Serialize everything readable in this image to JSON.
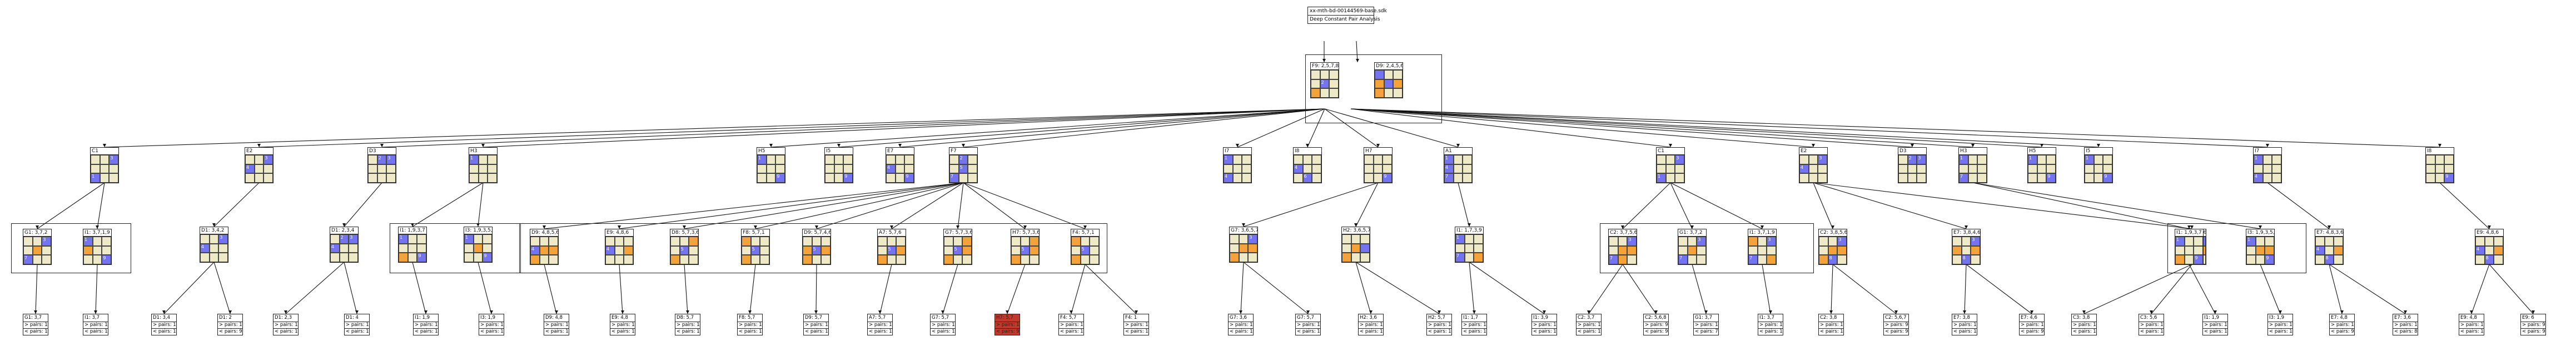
{
  "root": {
    "filename": "xx-mth-bd-00144569-base.sdk",
    "title": "Deep Constant Pair Analysis"
  },
  "colors": {
    "beige": "#eeeac8",
    "blue": "#7474f0",
    "orange": "#f4a23a",
    "red": "#c0392b"
  },
  "top_nodes": [
    {
      "label": "F9: 2,5,7,8",
      "cells": [
        "b",
        "b",
        "b",
        "b",
        "u",
        "b",
        "o",
        "b",
        "b"
      ],
      "digits": [
        "",
        "",
        "",
        "",
        "2",
        "",
        "",
        "",
        ""
      ]
    },
    {
      "label": "D9: 2,4,5,6,7,8",
      "cells": [
        "u",
        "b",
        "b",
        "o",
        "u",
        "o",
        "o",
        "b",
        "b"
      ],
      "digits": [
        "",
        "",
        "",
        "",
        "",
        "",
        "",
        "",
        ""
      ]
    }
  ],
  "level2": [
    {
      "label": "C1",
      "cells": [
        "b",
        "b",
        "u",
        "b",
        "b",
        "b",
        "u",
        "b",
        "b"
      ],
      "digits": [
        "",
        "",
        "3",
        "",
        "",
        "",
        "1",
        "",
        ""
      ]
    },
    {
      "label": "E2",
      "cells": [
        "b",
        "b",
        "u",
        "u",
        "b",
        "b",
        "b",
        "b",
        "b"
      ],
      "digits": [
        "",
        "",
        "3",
        "4",
        "",
        "",
        "",
        "",
        ""
      ]
    },
    {
      "label": "D3",
      "cells": [
        "b",
        "u",
        "u",
        "b",
        "b",
        "b",
        "b",
        "b",
        "b"
      ],
      "digits": [
        "",
        "2",
        "3",
        "",
        "",
        "",
        "",
        "",
        ""
      ]
    },
    {
      "label": "H3",
      "cells": [
        "u",
        "b",
        "b",
        "b",
        "b",
        "b",
        "b",
        "b",
        "b"
      ],
      "digits": [
        "1",
        "",
        "",
        "",
        "",
        "",
        "",
        "",
        ""
      ]
    },
    {
      "label": "H5",
      "cells": [
        "u",
        "b",
        "b",
        "b",
        "b",
        "b",
        "b",
        "b",
        "u"
      ],
      "digits": [
        "1",
        "",
        "",
        "",
        "",
        "",
        "",
        "",
        "9"
      ]
    },
    {
      "label": "I5",
      "cells": [
        "b",
        "b",
        "b",
        "b",
        "b",
        "b",
        "b",
        "b",
        "u"
      ],
      "digits": [
        "",
        "",
        "",
        "",
        "",
        "",
        "",
        "",
        "9"
      ]
    },
    {
      "label": "E7",
      "cells": [
        "b",
        "b",
        "b",
        "u",
        "b",
        "b",
        "b",
        "b",
        "u"
      ],
      "digits": [
        "",
        "",
        "",
        "4",
        "",
        "",
        "",
        "",
        "9"
      ]
    },
    {
      "label": "F7",
      "cells": [
        "b",
        "u",
        "b",
        "b",
        "u",
        "b",
        "u",
        "b",
        "b"
      ],
      "digits": [
        "",
        "2",
        "",
        "",
        "5",
        "",
        "7",
        "",
        ""
      ]
    },
    {
      "label": "I7",
      "cells": [
        "u",
        "b",
        "b",
        "b",
        "b",
        "b",
        "u",
        "b",
        "b"
      ],
      "digits": [
        "1",
        "",
        "",
        "",
        "",
        "",
        "4",
        "",
        ""
      ]
    },
    {
      "label": "I8",
      "cells": [
        "b",
        "b",
        "b",
        "u",
        "b",
        "b",
        "b",
        "u",
        "b"
      ],
      "digits": [
        "",
        "",
        "",
        "4",
        "",
        "",
        "",
        "6",
        ""
      ]
    },
    {
      "label": "H7",
      "cells": [
        "b",
        "b",
        "b",
        "b",
        "b",
        "b",
        "b",
        "b",
        "u"
      ],
      "digits": [
        "",
        "",
        "",
        "",
        "",
        "",
        "",
        "",
        "9"
      ]
    },
    {
      "label": "A1",
      "cells": [
        "u",
        "b",
        "b",
        "u",
        "b",
        "b",
        "u",
        "b",
        "b"
      ],
      "digits": [
        "1",
        "",
        "",
        "4",
        "",
        "",
        "7",
        "",
        ""
      ]
    },
    {
      "label": "C1",
      "cells": [
        "b",
        "b",
        "u",
        "b",
        "b",
        "b",
        "u",
        "b",
        "b"
      ],
      "digits": [
        "",
        "",
        "3",
        "",
        "",
        "",
        "1",
        "",
        ""
      ]
    },
    {
      "label": "E2",
      "cells": [
        "b",
        "b",
        "u",
        "u",
        "b",
        "b",
        "b",
        "b",
        "b"
      ],
      "digits": [
        "",
        "",
        "3",
        "4",
        "",
        "",
        "",
        "",
        ""
      ]
    },
    {
      "label": "D3",
      "cells": [
        "b",
        "u",
        "u",
        "b",
        "b",
        "b",
        "b",
        "b",
        "b"
      ],
      "digits": [
        "",
        "2",
        "3",
        "",
        "",
        "",
        "",
        "",
        ""
      ]
    },
    {
      "label": "H3",
      "cells": [
        "u",
        "b",
        "b",
        "b",
        "b",
        "b",
        "u",
        "b",
        "b"
      ],
      "digits": [
        "1",
        "",
        "",
        "",
        "",
        "",
        "7",
        "",
        ""
      ]
    },
    {
      "label": "H5",
      "cells": [
        "u",
        "b",
        "b",
        "b",
        "b",
        "b",
        "b",
        "b",
        "u"
      ],
      "digits": [
        "1",
        "",
        "",
        "",
        "",
        "",
        "",
        "",
        "9"
      ]
    },
    {
      "label": "I5",
      "cells": [
        "u",
        "b",
        "b",
        "b",
        "b",
        "b",
        "b",
        "b",
        "u"
      ],
      "digits": [
        "1",
        "",
        "",
        "",
        "",
        "",
        "",
        "",
        "9"
      ]
    },
    {
      "label": "I7",
      "cells": [
        "u",
        "b",
        "b",
        "b",
        "b",
        "b",
        "u",
        "b",
        "b"
      ],
      "digits": [
        "1",
        "",
        "",
        "",
        "",
        "",
        "4",
        "",
        ""
      ]
    },
    {
      "label": "I8",
      "cells": [
        "b",
        "b",
        "b",
        "b",
        "b",
        "b",
        "b",
        "b",
        "u"
      ],
      "digits": [
        "",
        "",
        "",
        "",
        "",
        "",
        "",
        "",
        "9"
      ]
    }
  ],
  "level3": [
    {
      "label": "G1: 3,7,2",
      "cells": [
        "b",
        "b",
        "u",
        "b",
        "o",
        "b",
        "u",
        "b",
        "b"
      ],
      "digits": [
        "",
        "",
        "3",
        "",
        "",
        "",
        "7",
        "",
        ""
      ]
    },
    {
      "label": "I1: 3,7,1,9",
      "cells": [
        "u",
        "b",
        "b",
        "o",
        "b",
        "b",
        "b",
        "b",
        "u"
      ],
      "digits": [
        "1",
        "",
        "",
        "",
        "",
        "",
        "",
        "",
        "9"
      ]
    },
    {
      "label": "D1: 3,4,2",
      "cells": [
        "b",
        "b",
        "u",
        "u",
        "b",
        "b",
        "b",
        "b",
        "b"
      ],
      "digits": [
        "",
        "",
        "3",
        "4",
        "",
        "",
        "",
        "",
        ""
      ]
    },
    {
      "label": "D1: 2,3,4",
      "cells": [
        "b",
        "u",
        "u",
        "u",
        "b",
        "b",
        "b",
        "b",
        "b"
      ],
      "digits": [
        "",
        "2",
        "3",
        "4",
        "",
        "",
        "",
        "",
        ""
      ]
    },
    {
      "label": "I1: 1,9,3,7",
      "cells": [
        "u",
        "b",
        "b",
        "b",
        "b",
        "b",
        "o",
        "b",
        "u"
      ],
      "digits": [
        "1",
        "",
        "",
        "",
        "",
        "",
        "",
        "",
        "9"
      ]
    },
    {
      "label": "I3: 1,9,3,5,6",
      "cells": [
        "u",
        "b",
        "b",
        "b",
        "o",
        "b",
        "b",
        "b",
        "u"
      ],
      "digits": [
        "1",
        "",
        "",
        "",
        "",
        "",
        "",
        "",
        "9"
      ]
    },
    {
      "label": "D9: 4,8,5,6,7",
      "cells": [
        "b",
        "b",
        "b",
        "u",
        "o",
        "o",
        "o",
        "b",
        "b"
      ],
      "digits": [
        "",
        "",
        "",
        "4",
        "",
        "",
        "",
        "",
        ""
      ]
    },
    {
      "label": "E9: 4,8,6",
      "cells": [
        "b",
        "b",
        "b",
        "u",
        "b",
        "o",
        "b",
        "b",
        "b"
      ],
      "digits": [
        "",
        "",
        "",
        "4",
        "",
        "",
        "",
        "",
        ""
      ]
    },
    {
      "label": "D8: 5,7,3,6",
      "cells": [
        "b",
        "b",
        "o",
        "b",
        "u",
        "b",
        "o",
        "b",
        "b"
      ],
      "digits": [
        "",
        "",
        "",
        "",
        "5",
        "",
        "",
        "",
        ""
      ]
    },
    {
      "label": "F8: 5,7,1",
      "cells": [
        "o",
        "b",
        "b",
        "b",
        "u",
        "b",
        "o",
        "b",
        "b"
      ],
      "digits": [
        "",
        "",
        "",
        "",
        "5",
        "",
        "",
        "",
        ""
      ]
    },
    {
      "label": "D9: 5,7,4,6,8",
      "cells": [
        "b",
        "b",
        "b",
        "o",
        "u",
        "o",
        "o",
        "b",
        "b"
      ],
      "digits": [
        "",
        "",
        "",
        "",
        "5",
        "",
        "",
        "",
        ""
      ]
    },
    {
      "label": "A7: 5,7,6",
      "cells": [
        "b",
        "b",
        "b",
        "b",
        "u",
        "o",
        "o",
        "b",
        "b"
      ],
      "digits": [
        "",
        "",
        "",
        "",
        "5",
        "",
        "",
        "",
        ""
      ]
    },
    {
      "label": "G7: 5,7,3,6",
      "cells": [
        "b",
        "b",
        "o",
        "b",
        "u",
        "o",
        "o",
        "b",
        "b"
      ],
      "digits": [
        "",
        "",
        "",
        "",
        "5",
        "",
        "",
        "",
        ""
      ]
    },
    {
      "label": "H7: 5,7,3,6",
      "cells": [
        "b",
        "b",
        "o",
        "b",
        "u",
        "o",
        "o",
        "b",
        "b"
      ],
      "digits": [
        "",
        "",
        "",
        "",
        "5",
        "",
        "",
        "",
        ""
      ]
    },
    {
      "label": "F4: 5,7,1",
      "cells": [
        "o",
        "b",
        "b",
        "b",
        "u",
        "b",
        "o",
        "b",
        "b"
      ],
      "digits": [
        "",
        "",
        "",
        "",
        "5",
        "",
        "",
        "",
        ""
      ]
    },
    {
      "label": "G7: 3,6,5,7",
      "cells": [
        "b",
        "b",
        "u",
        "b",
        "o",
        "o",
        "o",
        "b",
        "b"
      ],
      "digits": [
        "",
        "",
        "3",
        "",
        "",
        "",
        "",
        "",
        ""
      ]
    },
    {
      "label": "H2: 3,6,5,7",
      "cells": [
        "b",
        "b",
        "b",
        "b",
        "o",
        "u",
        "o",
        "b",
        "b"
      ],
      "digits": [
        "",
        "",
        "",
        "",
        "",
        "",
        "",
        "",
        ""
      ]
    },
    {
      "label": "I1: 1,7,3,9",
      "cells": [
        "u",
        "b",
        "b",
        "b",
        "b",
        "b",
        "u",
        "b",
        "o"
      ],
      "digits": [
        "1",
        "",
        "",
        "",
        "",
        "",
        "7",
        "",
        ""
      ]
    },
    {
      "label": "C2: 3,7,5,6,8",
      "cells": [
        "b",
        "b",
        "u",
        "b",
        "o",
        "o",
        "u",
        "o",
        "b"
      ],
      "digits": [
        "",
        "",
        "3",
        "",
        "",
        "",
        "7",
        "",
        ""
      ]
    },
    {
      "label": "G1: 3,7,2",
      "cells": [
        "b",
        "b",
        "u",
        "b",
        "o",
        "b",
        "u",
        "b",
        "b"
      ],
      "digits": [
        "",
        "",
        "3",
        "",
        "",
        "",
        "7",
        "",
        ""
      ]
    },
    {
      "label": "I1: 3,7,1,9",
      "cells": [
        "o",
        "b",
        "u",
        "b",
        "b",
        "b",
        "u",
        "b",
        "o"
      ],
      "digits": [
        "",
        "",
        "3",
        "",
        "",
        "",
        "7",
        "",
        ""
      ]
    },
    {
      "label": "C2: 3,8,5,6,7",
      "cells": [
        "b",
        "b",
        "u",
        "b",
        "o",
        "o",
        "o",
        "u",
        "b"
      ],
      "digits": [
        "",
        "",
        "3",
        "",
        "",
        "",
        "",
        "8",
        ""
      ]
    },
    {
      "label": "E7: 3,8,4,6",
      "cells": [
        "b",
        "b",
        "u",
        "o",
        "b",
        "o",
        "b",
        "u",
        "b"
      ],
      "digits": [
        "",
        "",
        "3",
        "",
        "",
        "",
        "",
        "8",
        ""
      ]
    },
    {
      "label": "C3: 3,8,5,6",
      "cells": [
        "b",
        "b",
        "u",
        "b",
        "o",
        "o",
        "b",
        "u",
        "b"
      ],
      "digits": [
        "",
        "",
        "3",
        "",
        "",
        "",
        "",
        "8",
        ""
      ]
    },
    {
      "label": "I1: 1,9,3,7",
      "cells": [
        "u",
        "b",
        "b",
        "b",
        "b",
        "b",
        "o",
        "b",
        "u"
      ],
      "digits": [
        "1",
        "",
        "",
        "",
        "",
        "",
        "",
        "",
        "9"
      ]
    },
    {
      "label": "I3: 1,9,3,5,6",
      "cells": [
        "u",
        "b",
        "b",
        "b",
        "o",
        "o",
        "b",
        "b",
        "u"
      ],
      "digits": [
        "1",
        "",
        "",
        "",
        "",
        "",
        "",
        "",
        "9"
      ]
    },
    {
      "label": "E7: 4,8,3,6",
      "cells": [
        "b",
        "b",
        "b",
        "u",
        "b",
        "o",
        "b",
        "u",
        "b"
      ],
      "digits": [
        "",
        "",
        "",
        "4",
        "",
        "",
        "",
        "8",
        ""
      ]
    },
    {
      "label": "E9: 4,8,6",
      "cells": [
        "b",
        "b",
        "b",
        "u",
        "b",
        "o",
        "b",
        "u",
        "b"
      ],
      "digits": [
        "",
        "",
        "",
        "4",
        "",
        "",
        "",
        "8",
        ""
      ]
    }
  ],
  "leaves": [
    {
      "label": "G1: 3,7",
      "a": "> pairs: 11",
      "b": "< pairs: 17"
    },
    {
      "label": "I1: 3,7",
      "a": "> pairs: 11",
      "b": "< pairs: 13"
    },
    {
      "label": "D1: 3,4",
      "a": "> pairs: 11",
      "b": "< pairs: 10"
    },
    {
      "label": "D1: 2",
      "a": "> pairs: 10",
      "b": "< pairs: 9"
    },
    {
      "label": "D1: 2,3",
      "a": "> pairs: 11",
      "b": "< pairs: 11"
    },
    {
      "label": "D1: 4",
      "a": "> pairs: 10",
      "b": "< pairs: 10"
    },
    {
      "label": "I1: 1,9",
      "a": "> pairs: 11",
      "b": "< pairs: 12"
    },
    {
      "label": "I3: 1,9",
      "a": "> pairs: 11",
      "b": "< pairs: 13"
    },
    {
      "label": "D9: 4,8",
      "a": "> pairs: 11",
      "b": "< pairs: 16"
    },
    {
      "label": "E9: 4,8",
      "a": "> pairs: 11",
      "b": "< pairs: 12"
    },
    {
      "label": "D8: 5,7",
      "a": "> pairs: 11",
      "b": "< pairs: 13"
    },
    {
      "label": "F8: 5,7",
      "a": "> pairs: 11",
      "b": "< pairs: 14"
    },
    {
      "label": "D9: 5,7",
      "a": "> pairs: 11",
      "b": "< pairs: 14"
    },
    {
      "label": "A7: 5,7",
      "a": "> pairs: 11",
      "b": "< pairs: 15"
    },
    {
      "label": "G7: 5,7",
      "a": "> pairs: 11",
      "b": "< pairs: 15"
    },
    {
      "label": "H7: 5,7",
      "a": "> pairs: 11",
      "b": "< pairs: 9",
      "red": true
    },
    {
      "label": "F4: 5,7",
      "a": "> pairs: 12",
      "b": "< pairs: 13"
    },
    {
      "label": "F4: 1",
      "a": "> pairs: 11",
      "b": "< pairs: 14"
    },
    {
      "label": "G7: 3,6",
      "a": "> pairs: 12",
      "b": "< pairs: 15"
    },
    {
      "label": "G7: 5,7",
      "a": "> pairs: 12",
      "b": "< pairs: 15"
    },
    {
      "label": "H2: 3,6",
      "a": "> pairs: 12",
      "b": "< pairs: 14"
    },
    {
      "label": "H2: 5,7",
      "a": "> pairs: 12",
      "b": "< pairs: 13"
    },
    {
      "label": "I1: 1,7",
      "a": "> pairs: 10",
      "b": "< pairs: 10"
    },
    {
      "label": "I1: 3,9",
      "a": "> pairs: 10",
      "b": "< pairs: 10"
    },
    {
      "label": "C2: 3,7",
      "a": "> pairs: 10",
      "b": "< pairs: 13"
    },
    {
      "label": "C2: 5,6,8",
      "a": "> pairs: 9",
      "b": "< pairs: 9"
    },
    {
      "label": "G1: 3,7",
      "a": "> pairs: 10",
      "b": "< pairs: 7"
    },
    {
      "label": "I1: 3,7",
      "a": "> pairs: 10",
      "b": "< pairs: 15"
    },
    {
      "label": "C2: 3,8",
      "a": "> pairs: 10",
      "b": "< pairs: 10"
    },
    {
      "label": "C2: 5,6,7",
      "a": "> pairs: 9",
      "b": "< pairs: 9"
    },
    {
      "label": "E7: 3,8",
      "a": "> pairs: 10",
      "b": "< pairs: 12"
    },
    {
      "label": "E7: 4,6",
      "a": "> pairs: 10",
      "b": "< pairs: 9"
    },
    {
      "label": "C3: 3,8",
      "a": "> pairs: 10",
      "b": "< pairs: 10"
    },
    {
      "label": "C3: 5,6",
      "a": "> pairs: 10",
      "b": "< pairs: 13"
    },
    {
      "label": "I1: 1,9",
      "a": "> pairs: 10",
      "b": "< pairs: 10"
    },
    {
      "label": "I3: 1,9",
      "a": "> pairs: 10",
      "b": "< pairs: 15"
    },
    {
      "label": "E7: 4,8",
      "a": "> pairs: 10",
      "b": "< pairs: 9"
    },
    {
      "label": "E7: 3,6",
      "a": "> pairs: 10",
      "b": "< pairs: 8"
    },
    {
      "label": "E9: 4,8",
      "a": "> pairs: 10",
      "b": "< pairs: 11"
    },
    {
      "label": "E9: 6",
      "a": "> pairs: 9",
      "b": "< pairs: 9"
    }
  ]
}
